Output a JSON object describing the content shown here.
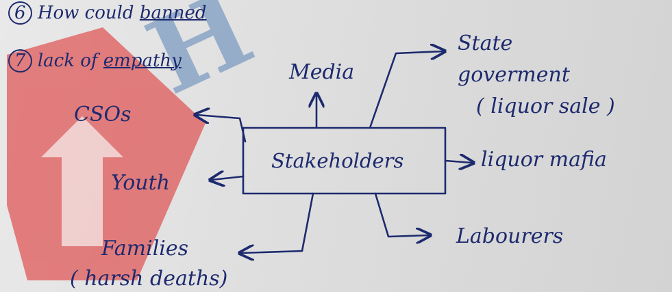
{
  "notes": [
    {
      "num": "6",
      "text": "How could",
      "tail": "banned"
    },
    {
      "num": "7",
      "text": "lack of",
      "tail": "empathy"
    }
  ],
  "diagram": {
    "center": "Stakeholders",
    "stakeholders": {
      "media": "Media",
      "csos": "CSOs",
      "youth": "Youth",
      "families": "Families",
      "families_note": "( harsh deaths)",
      "state_govt_1": "State",
      "state_govt_2": "goverment",
      "state_govt_3": "( liquor sale )",
      "liquor_mafia": "liquor mafia",
      "labourers": "Labourers"
    }
  },
  "watermark": {
    "color": "#e05050",
    "letter": "H"
  },
  "colors": {
    "ink": "#1d2a6e",
    "paper": "#e2e2e2"
  }
}
